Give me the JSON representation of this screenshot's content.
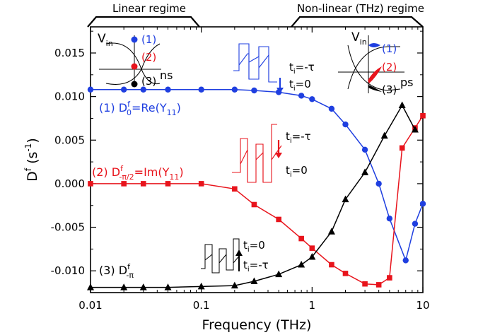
{
  "chart_data": {
    "type": "line",
    "xscale": "log",
    "xlim": [
      0.01,
      10
    ],
    "ylim": [
      -0.0125,
      0.018
    ],
    "xlabel": "Frequency (THz)",
    "ylabel_main": "D",
    "ylabel_sup": "f",
    "ylabel_units": " (s",
    "ylabel_units_sup": "-1",
    "ylabel_close": ")",
    "xticks": [
      {
        "v": 0.01,
        "label": "0.01"
      },
      {
        "v": 0.1,
        "label": "0.1"
      },
      {
        "v": 1,
        "label": "1"
      },
      {
        "v": 10,
        "label": "10"
      }
    ],
    "yticks": [
      {
        "v": 0.015,
        "label": "0.015"
      },
      {
        "v": 0.01,
        "label": "0.010"
      },
      {
        "v": 0.005,
        "label": "0.005"
      },
      {
        "v": 0.0,
        "label": "0.000"
      },
      {
        "v": -0.005,
        "label": "-0.005"
      },
      {
        "v": -0.01,
        "label": "-0.010"
      }
    ],
    "regimes": {
      "linear": "Linear regime",
      "nonlinear": "Non-linear (THz) regime"
    },
    "series": [
      {
        "color": "#1f3fe0",
        "marker": "circle",
        "x": [
          0.01,
          0.02,
          0.03,
          0.05,
          0.1,
          0.2,
          0.3,
          0.5,
          0.8,
          1.0,
          1.5,
          2.0,
          3.0,
          4.0,
          5.0,
          7.0,
          8.5,
          10.0
        ],
        "y": [
          0.0108,
          0.0108,
          0.0108,
          0.0108,
          0.0108,
          0.0108,
          0.0107,
          0.0105,
          0.0101,
          0.0097,
          0.0086,
          0.0068,
          0.0039,
          0.0,
          -0.004,
          -0.0088,
          -0.0046,
          -0.0023
        ],
        "label": {
          "prefix": "(1) D",
          "sup": "f",
          "sub": "0",
          "suffix": "=Re(Y",
          "sub2": "11",
          "end": ")"
        }
      },
      {
        "color": "#e8141c",
        "marker": "square",
        "x": [
          0.01,
          0.02,
          0.03,
          0.05,
          0.1,
          0.2,
          0.3,
          0.5,
          0.8,
          1.0,
          1.5,
          2.0,
          3.0,
          4.0,
          5.0,
          6.5,
          8.5,
          10.0
        ],
        "y": [
          0.0,
          0.0,
          0.0,
          0.0,
          0.0,
          -0.0006,
          -0.0024,
          -0.0041,
          -0.0063,
          -0.0074,
          -0.0093,
          -0.0103,
          -0.0115,
          -0.0116,
          -0.0108,
          0.0041,
          0.0064,
          0.0078
        ],
        "label": {
          "prefix": "(2) D",
          "sup": "f",
          "sub": "-π/2",
          "suffix": "=Im(Y",
          "sub2": "11",
          "end": ")"
        }
      },
      {
        "color": "#000000",
        "marker": "triangle",
        "x": [
          0.01,
          0.02,
          0.03,
          0.05,
          0.1,
          0.2,
          0.3,
          0.5,
          0.8,
          1.0,
          1.5,
          2.0,
          3.0,
          4.5,
          6.5,
          8.5
        ],
        "y": [
          -0.0119,
          -0.0119,
          -0.0119,
          -0.0119,
          -0.0118,
          -0.0117,
          -0.0112,
          -0.0104,
          -0.0093,
          -0.0084,
          -0.0055,
          -0.0018,
          0.0013,
          0.0055,
          0.009,
          0.0062
        ],
        "label": {
          "prefix": "(3) D",
          "sup": "f",
          "sub": "-π"
        }
      }
    ],
    "annotations": {
      "inset_left": {
        "vin": "V",
        "vin_sub": "in",
        "axis": "ns",
        "l1": "(1)",
        "l2": "(2)",
        "l3": "(3)"
      },
      "inset_right": {
        "vin": "V",
        "vin_sub": "in",
        "axis": "ps",
        "l1": "(1)",
        "l2": "(2)",
        "l3": "(3)"
      },
      "wave1": {
        "top": "t",
        "top_sub": "i",
        "top_val": "=-τ",
        "bot": "t",
        "bot_sub": "i",
        "bot_val": "=0"
      },
      "wave2": {
        "top": "t",
        "top_sub": "i",
        "top_val": "=-τ",
        "bot": "t",
        "bot_sub": "i",
        "bot_val": "=0"
      },
      "wave3": {
        "top": "t",
        "top_sub": "i",
        "top_val": "=0",
        "bot": "t",
        "bot_sub": "i",
        "bot_val": "=-τ"
      }
    }
  }
}
